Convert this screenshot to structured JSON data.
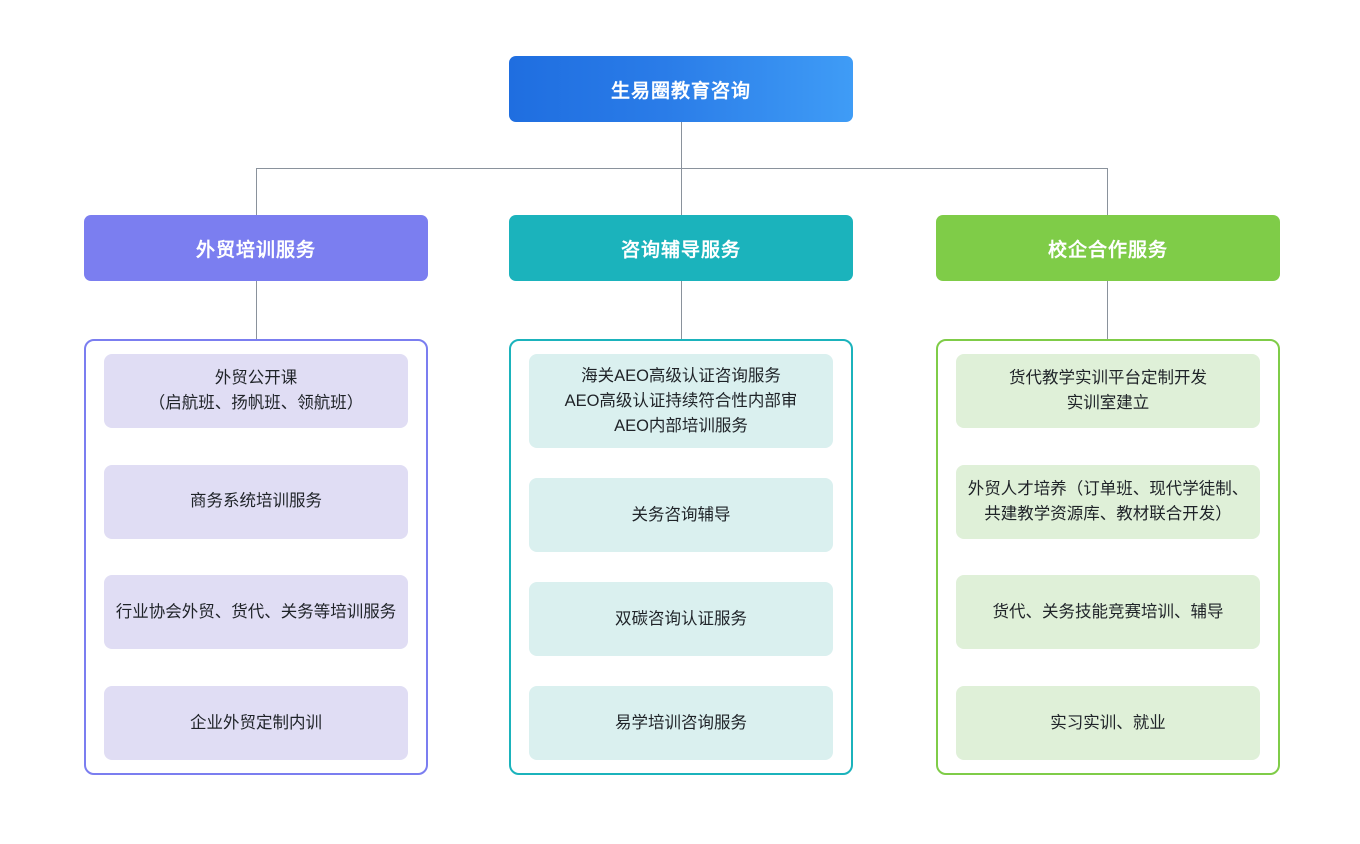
{
  "diagram": {
    "type": "organization-tree",
    "root": {
      "label": "生易圈教育咨询",
      "gradient_from": "#1f6ee0",
      "gradient_to": "#3f9cf6",
      "text_color": "#ffffff"
    },
    "connector_color": "#8a929c",
    "branches": [
      {
        "id": "waimao-peixun",
        "header": "外贸培训服务",
        "accent": "#7b7ef0",
        "card_bg": "#e0ddf4",
        "items": [
          "外贸公开课\n（启航班、扬帆班、领航班）",
          "商务系统培训服务",
          "行业协会外贸、货代、关务等培训服务",
          "企业外贸定制内训"
        ]
      },
      {
        "id": "zixun-fudao",
        "header": "咨询辅导服务",
        "accent": "#1bb3bc",
        "card_bg": "#daf0ef",
        "items": [
          "海关AEO高级认证咨询服务\nAEO高级认证持续符合性内部审\nAEO内部培训服务",
          "关务咨询辅导",
          "双碳咨询认证服务",
          "易学培训咨询服务"
        ]
      },
      {
        "id": "xiaoqi-hezuo",
        "header": "校企合作服务",
        "accent": "#7fcc48",
        "card_bg": "#dff0d8",
        "items": [
          "货代教学实训平台定制开发\n实训室建立",
          "外贸人才培养（订单班、现代学徒制、共建教学资源库、教材联合开发）",
          "货代、关务技能竞赛培训、辅导",
          "实习实训、就业"
        ]
      }
    ]
  }
}
